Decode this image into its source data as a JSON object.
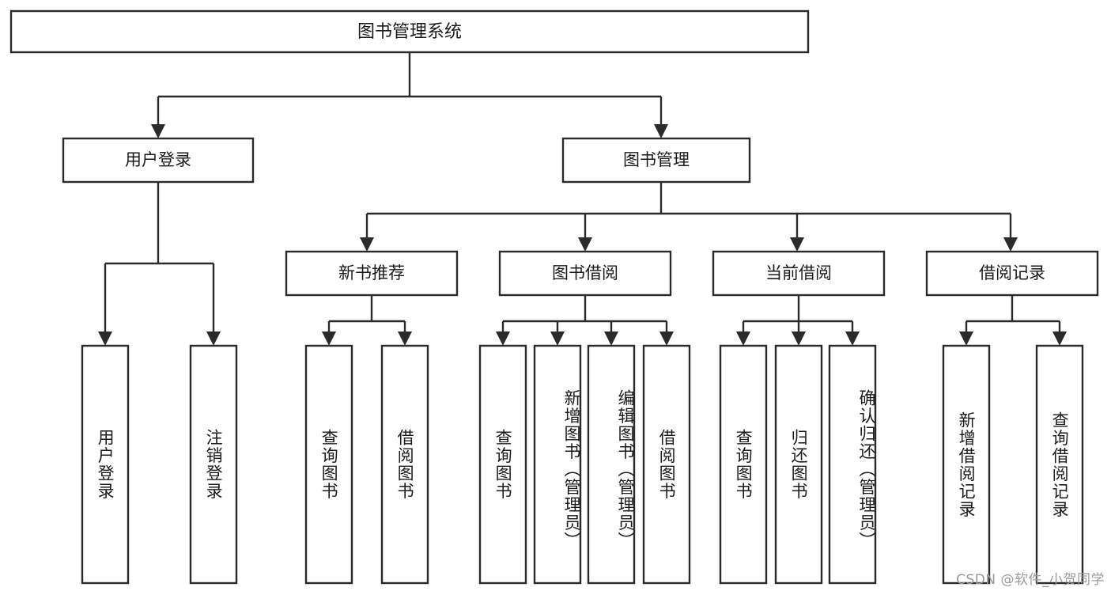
{
  "diagram": {
    "title": "图书管理系统",
    "type": "tree",
    "orientation": "top-down",
    "colors": {
      "stroke": "#2b2b2b",
      "box_fill": "#ffffff",
      "text": "#1a1a1a",
      "background": "#ffffff",
      "watermark": "#9a9a9a"
    },
    "root": {
      "label": "图书管理系统"
    },
    "level2": [
      {
        "label": "用户登录"
      },
      {
        "label": "图书管理"
      }
    ],
    "level3": [
      {
        "label": "新书推荐"
      },
      {
        "label": "图书借阅"
      },
      {
        "label": "当前借阅"
      },
      {
        "label": "借阅记录"
      }
    ],
    "leaves": {
      "user_login": [
        {
          "label": "用户登录"
        },
        {
          "label": "注销登录"
        }
      ],
      "new_book_recommend": [
        {
          "label": "查询图书"
        },
        {
          "label": "借阅图书"
        }
      ],
      "book_borrow": [
        {
          "label": "查询图书"
        },
        {
          "label": "新增图书（管理员）"
        },
        {
          "label": "编辑图书（管理员）"
        },
        {
          "label": "借阅图书"
        }
      ],
      "current_borrow": [
        {
          "label": "查询图书"
        },
        {
          "label": "归还图书"
        },
        {
          "label": "确认归还（管理员）"
        }
      ],
      "borrow_record": [
        {
          "label": "新增借阅记录"
        },
        {
          "label": "查询借阅记录"
        }
      ]
    }
  },
  "watermark": {
    "text": "CSDN @软件_小贺同学"
  }
}
